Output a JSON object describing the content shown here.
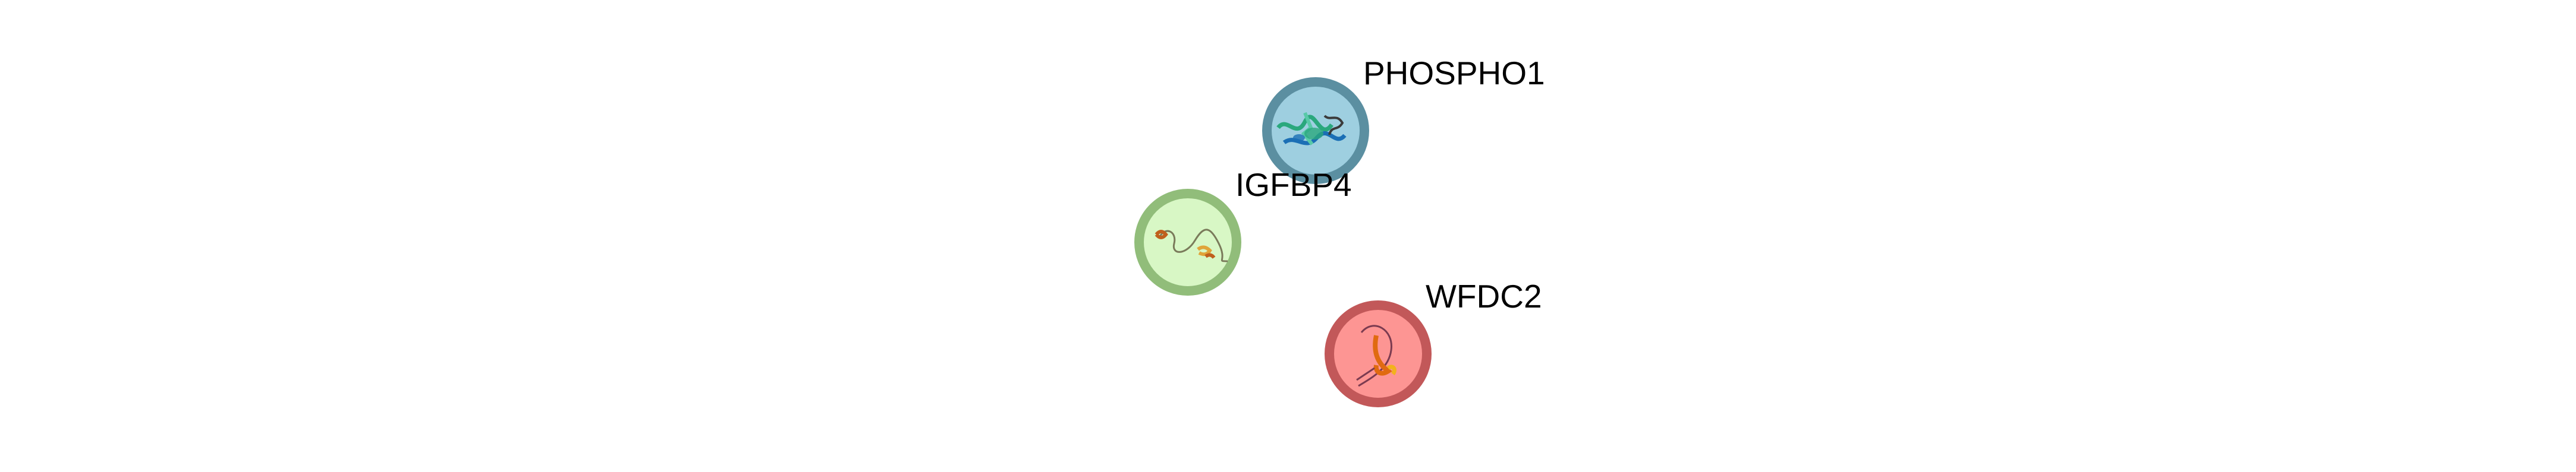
{
  "nodes": [
    {
      "id": "PHOSPHO1",
      "label": "PHOSPHO1",
      "fill_color": "#9ecfe0",
      "border_color": "#5b8fa1",
      "structure_colors": [
        "#2aa87d",
        "#1b6fb5",
        "#58c9a8",
        "#3b3b3b"
      ]
    },
    {
      "id": "IGFBP4",
      "label": "IGFBP4",
      "fill_color": "#d8f7c5",
      "border_color": "#91bd7a",
      "structure_colors": [
        "#c0601c",
        "#e0a43a",
        "#7a7a5a"
      ]
    },
    {
      "id": "WFDC2",
      "label": "WFDC2",
      "fill_color": "#fd9593",
      "border_color": "#c25859",
      "structure_colors": [
        "#e06a10",
        "#f2b21c",
        "#7b3b50"
      ]
    }
  ]
}
